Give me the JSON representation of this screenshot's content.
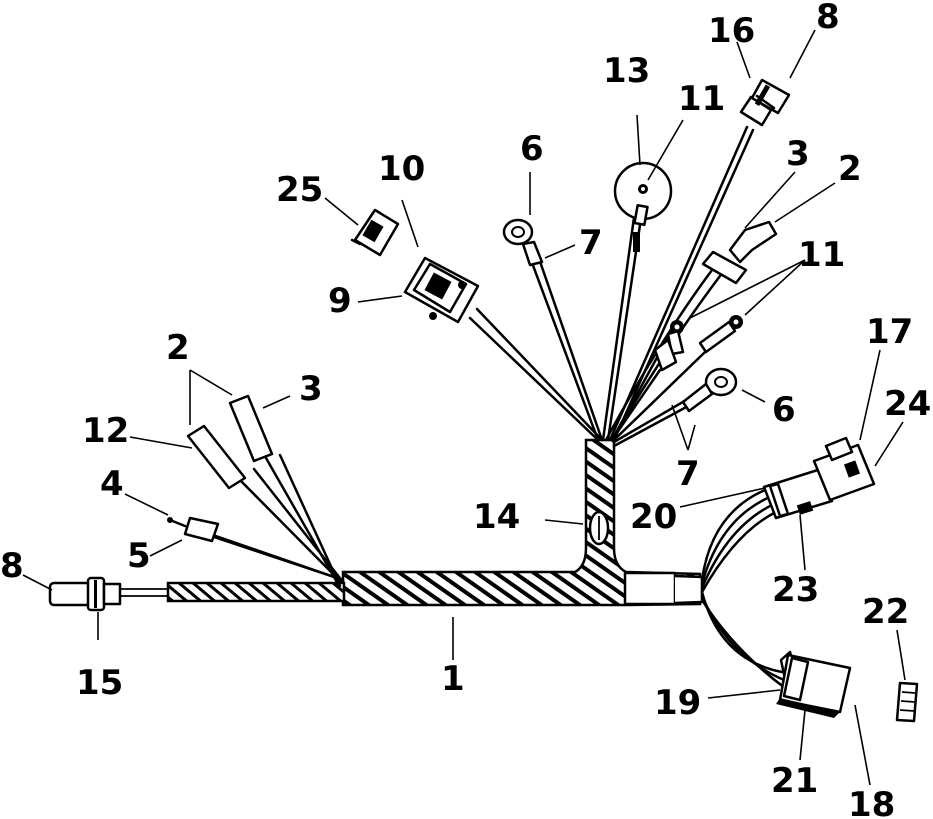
{
  "colors": {
    "line": "#000000",
    "background": "#ffffff"
  },
  "callouts": {
    "main_harness": "1",
    "terminal_left_a": "2",
    "terminal_right_a": "2",
    "terminal_left_b": "3",
    "terminal_right_b": "3",
    "pin_terminal": "4",
    "pin_sleeve": "5",
    "ring_terminal_top": "6",
    "ring_terminal_right": "6",
    "ring_lead_top": "7",
    "ring_lead_right": "7",
    "grommet_left": "8",
    "grommet_top": "8",
    "connector_9": "9",
    "connector_10": "10",
    "eyelet_13": "11",
    "eyelets_right": "11",
    "lead_12": "12",
    "magnified_eyelet": "13",
    "tie_strap": "14",
    "sleeve_left": "15",
    "sleeve_top": "16",
    "connector_17": "17",
    "connector_18": "18",
    "connector_19": "19",
    "connector_20": "20",
    "retainer_21": "21",
    "plug_22": "22",
    "retainer_23": "23",
    "plug_24": "24",
    "bracket_25": "25"
  }
}
